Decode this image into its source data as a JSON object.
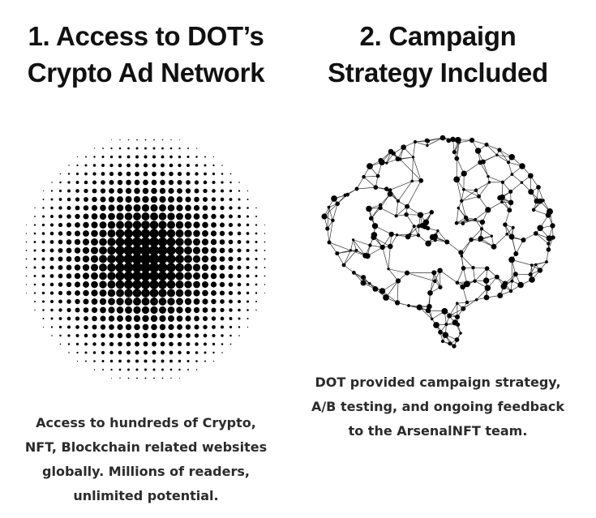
{
  "features": [
    {
      "title_lines": [
        "1. Access to DOT’s",
        "Crypto Ad Network"
      ],
      "graphic_icon": "halftone-circle-icon",
      "description_lines": [
        "Access to hundreds of Crypto,",
        "NFT, Blockchain related websites",
        "globally. Millions of readers,",
        "unlimited potential."
      ]
    },
    {
      "title_lines": [
        "2. Campaign",
        "Strategy Included"
      ],
      "graphic_icon": "neural-brain-icon",
      "description_lines": [
        "DOT provided campaign strategy,",
        "A/B testing, and ongoing feedback",
        "to the ArsenalNFT team."
      ]
    }
  ],
  "colors": {
    "text_dark": "#111111",
    "text_body": "#2b2b2b",
    "background": "#ffffff"
  }
}
